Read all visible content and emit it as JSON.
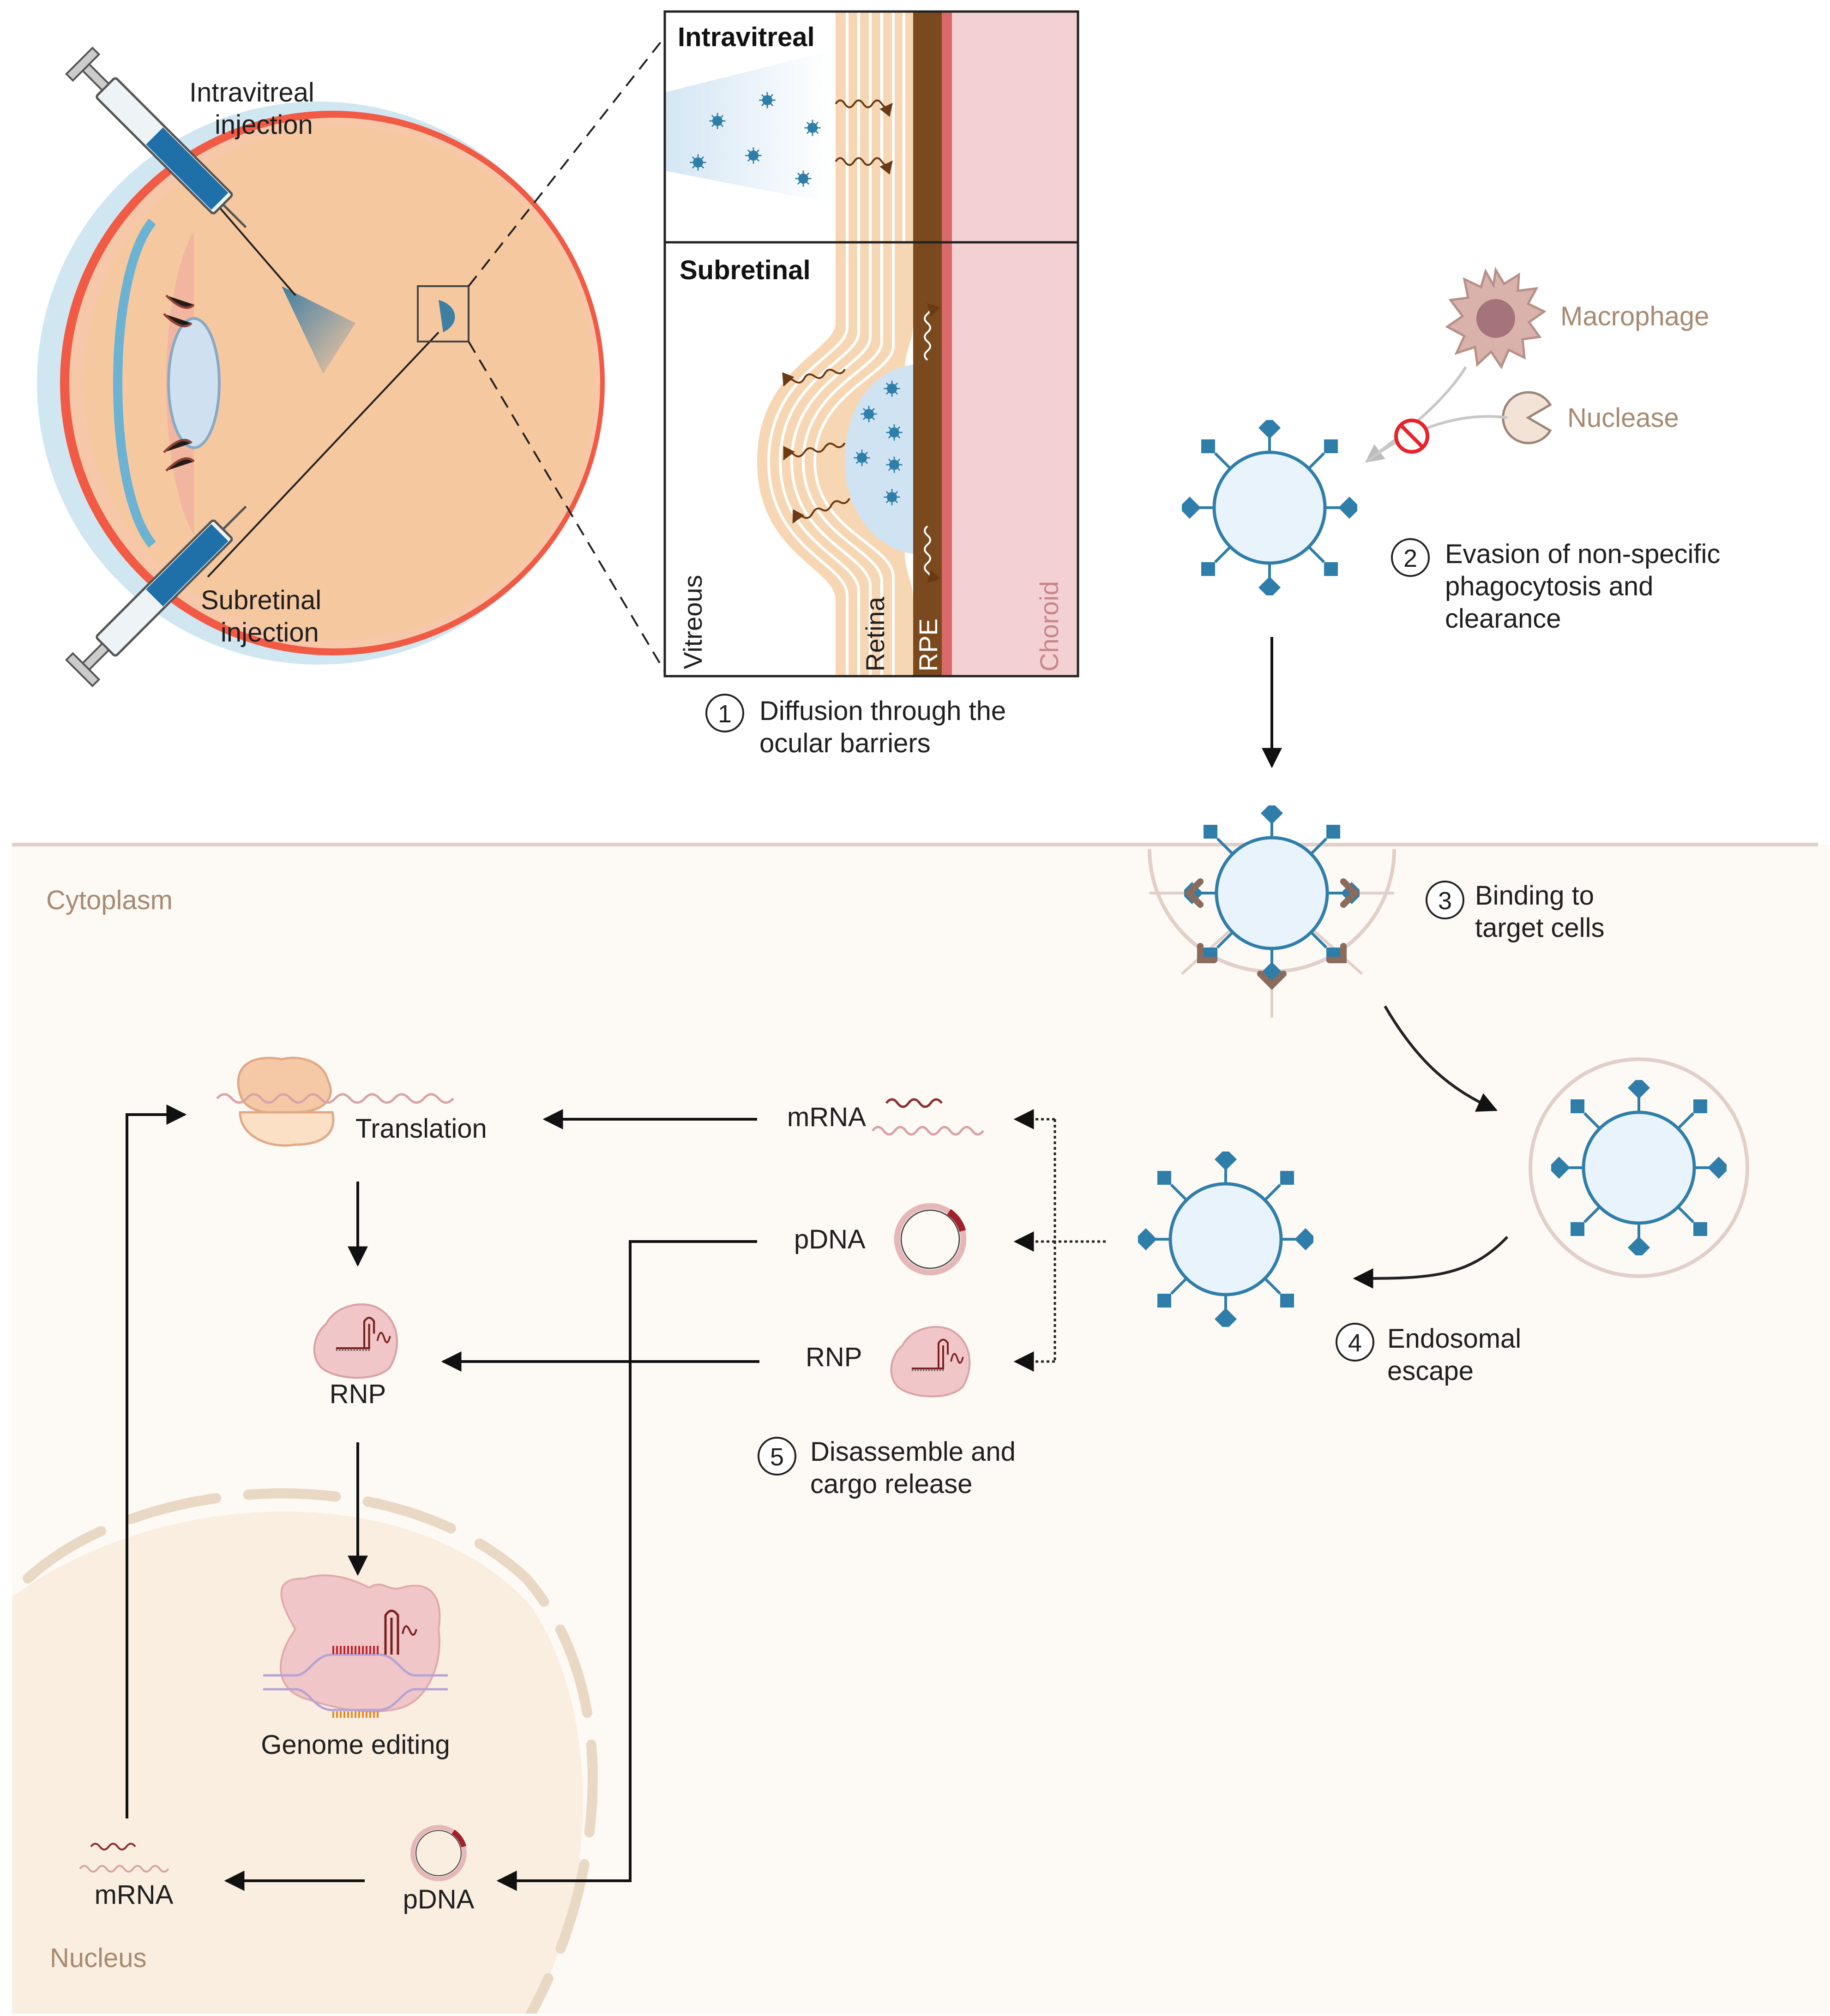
{
  "colors": {
    "eye_fill": "#f6c8a0",
    "retina_band": "#f7d7b3",
    "rpe": "#7a4a1e",
    "choroid": "#f3d0d2",
    "choroid_edge": "#d86a6a",
    "nanoparticle_fill": "#e8f3fb",
    "nanoparticle_stroke": "#2f7eaa",
    "ligand": "#2f7eaa",
    "cytoplasm": "#fdf9f5",
    "nucleus": "#faeee0",
    "membrane": "#e2cfc9",
    "nuclear_envelope": "#e9d8c3",
    "optic_nerve": "#f3b433",
    "protein": "#f1c6c8",
    "ribosome": "#f5c9a6",
    "mrna": "#8b2e2e",
    "forbidden": "#e8232a"
  },
  "icons": [
    "syringe-icon",
    "eye-anatomy-icon",
    "nanoparticle-icon",
    "macrophage-icon",
    "nuclease-icon",
    "forbidden-icon",
    "receptor-icon",
    "endosome-icon",
    "ribosome-icon",
    "mrna-icon",
    "plasmid-icon",
    "rnp-icon",
    "dna-double-helix-icon"
  ],
  "eye_panel": {
    "intravitreal_line1": "Intravitreal",
    "intravitreal_line2": "injection",
    "subretinal_line1": "Subretinal",
    "subretinal_line2": "injection"
  },
  "inset": {
    "intravitreal_title": "Intravitreal",
    "subretinal_title": "Subretinal",
    "vitreous": "Vitreous",
    "retina": "Retina",
    "rpe": "RPE",
    "choroid": "Choroid"
  },
  "steps": {
    "s1": {
      "num": "1",
      "line1": "Diffusion through the",
      "line2": "ocular barriers"
    },
    "s2": {
      "num": "2",
      "line1": "Evasion of non-specific",
      "line2": "phagocytosis and",
      "line3": "clearance"
    },
    "s3": {
      "num": "3",
      "line1": "Binding to",
      "line2": "target cells"
    },
    "s4": {
      "num": "4",
      "line1": "Endosomal",
      "line2": "escape"
    },
    "s5": {
      "num": "5",
      "line1": "Disassemble and",
      "line2": "cargo release"
    }
  },
  "clearance": {
    "macrophage": "Macrophage",
    "nuclease": "Nuclease"
  },
  "compartments": {
    "cytoplasm": "Cytoplasm",
    "nucleus": "Nucleus"
  },
  "cargo": {
    "mrna": "mRNA",
    "pdna": "pDNA",
    "rnp": "RNP",
    "translation": "Translation",
    "rnp_product": "RNP",
    "genome_editing": "Genome editing",
    "nuc_mrna": "mRNA",
    "nuc_pdna": "pDNA"
  }
}
